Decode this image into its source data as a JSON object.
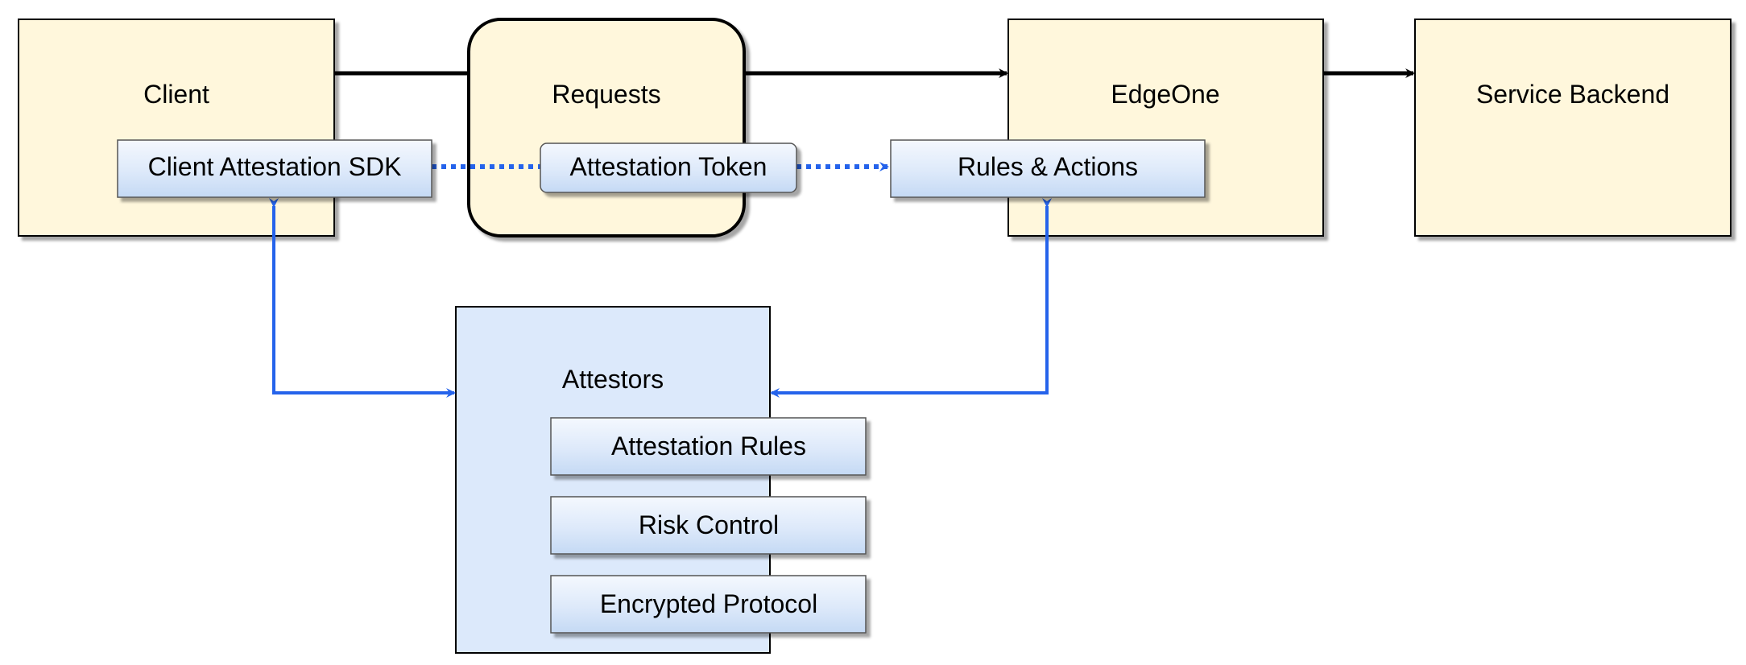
{
  "nodes": {
    "client": {
      "label": "Client",
      "sub": "Client Attestation SDK"
    },
    "requests": {
      "label": "Requests",
      "sub": "Attestation Token"
    },
    "edgeone": {
      "label": "EdgeOne",
      "sub": "Rules & Actions"
    },
    "backend": {
      "label": "Service Backend"
    },
    "attestors": {
      "label": "Attestors",
      "items": [
        "Attestation Rules",
        "Risk Control",
        "Encrypted Protocol"
      ]
    }
  },
  "colors": {
    "container_fill": "#fff7dc",
    "attestors_fill": "#dce9fb",
    "chip_top": "#f4f8fe",
    "chip_bottom": "#c4d9f4",
    "blue_connector": "#2563eb",
    "black_connector": "#000000"
  }
}
